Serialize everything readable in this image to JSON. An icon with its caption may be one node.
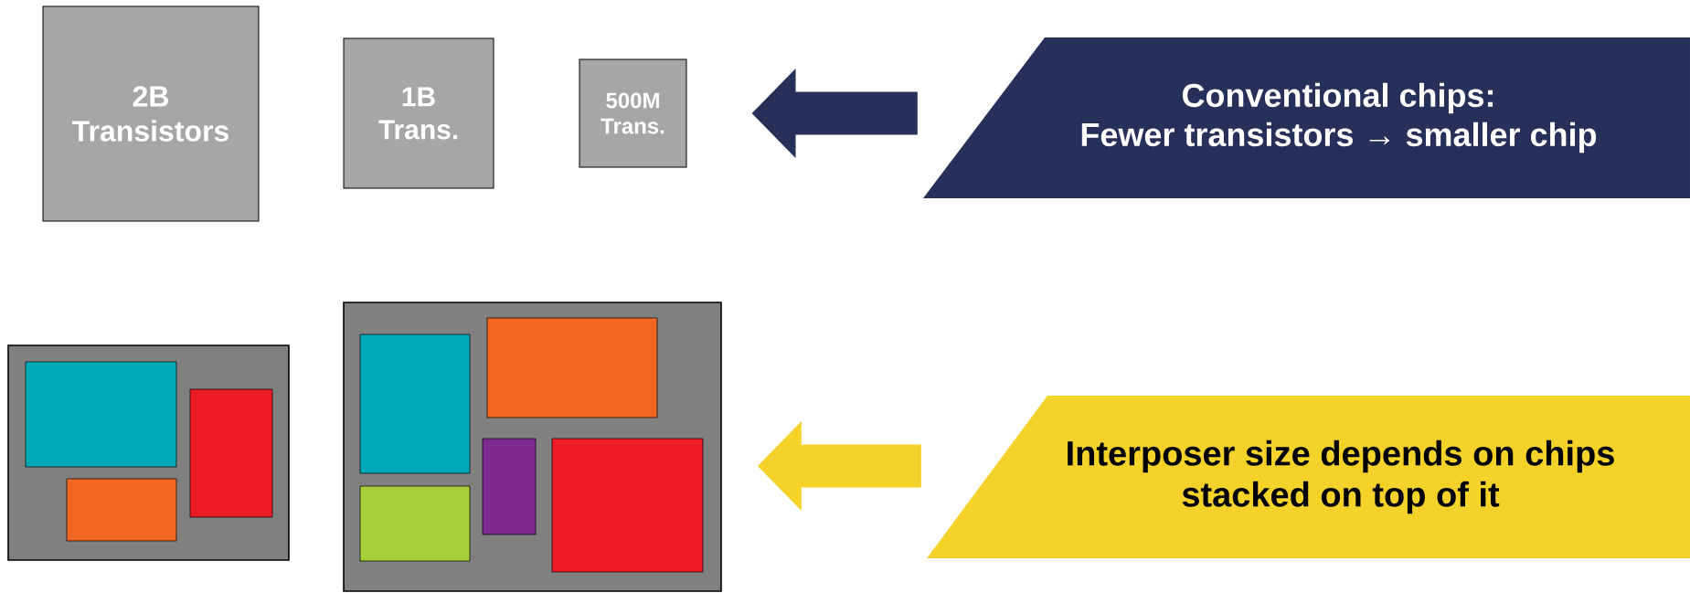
{
  "diagram": {
    "nodes": [
      {
        "text": [
          "2B Transistors"
        ]
      },
      {
        "text": [
          "1B Trans."
        ]
      },
      {
        "text": [
          "500M Trans."
        ]
      },
      {
        "text": [
          "Conventional chips:",
          "Fewer transistors → smaller chip"
        ]
      },
      {
        "text": [
          "Interposer size depends on chips stacked on top of it"
        ]
      },
      {
        "text": [],
        "shape": "box"
      },
      {
        "text": [],
        "shape": "box",
        "in": 5
      },
      {
        "text": [],
        "shape": "box",
        "in": 5
      },
      {
        "text": [],
        "shape": "box",
        "in": 5
      },
      {
        "text": [],
        "shape": "box"
      },
      {
        "text": [],
        "shape": "box",
        "in": 9
      },
      {
        "text": [],
        "shape": "box",
        "in": 9
      },
      {
        "text": [],
        "shape": "box",
        "in": 9
      },
      {
        "text": [],
        "shape": "box",
        "in": 9
      },
      {
        "text": [],
        "shape": "box",
        "in": 9
      }
    ],
    "edges": [
      {
        "from": 3,
        "to": 2,
        "arrow": "to",
        "color": "#263059"
      },
      {
        "from": 4,
        "to": 9,
        "arrow": "to",
        "color": "#f5d22a"
      }
    ]
  }
}
